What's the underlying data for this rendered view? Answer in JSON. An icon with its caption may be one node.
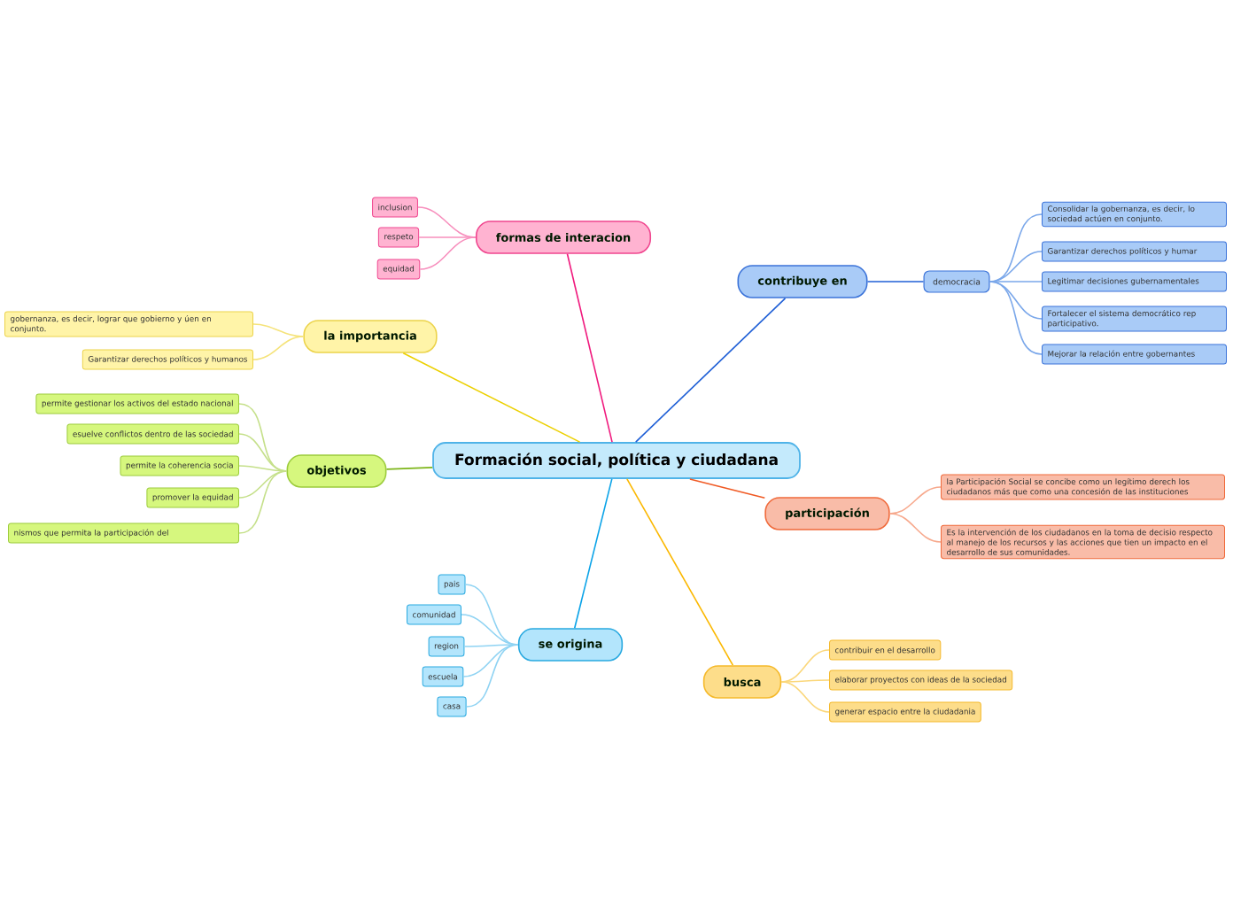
{
  "diagram": {
    "nodes": [
      {
        "text": [
          "Formación social, política y ciudadana"
        ]
      },
      {
        "text": [
          "formas de interacion"
        ]
      },
      {
        "text": [
          "inclusion"
        ]
      },
      {
        "text": [
          "respeto"
        ]
      },
      {
        "text": [
          "equidad"
        ]
      },
      {
        "text": [
          "contribuye en"
        ]
      },
      {
        "text": [
          "democracia"
        ]
      },
      {
        "text": [
          "Consolidar la gobernanza, es decir, lo sociedad actúen en conjunto."
        ]
      },
      {
        "text": [
          "Garantizar derechos políticos y humar"
        ]
      },
      {
        "text": [
          "Legitimar decisiones gubernamentales"
        ]
      },
      {
        "text": [
          "Fortalecer el sistema democrático rep participativo."
        ]
      },
      {
        "text": [
          "Mejorar la relación entre gobernantes"
        ]
      },
      {
        "text": [
          "la importancia"
        ]
      },
      {
        "text": [
          "gobernanza, es decir, lograr que gobierno y úen en conjunto."
        ]
      },
      {
        "text": [
          "Garantizar derechos políticos y humanos"
        ]
      },
      {
        "text": [
          "objetivos"
        ]
      },
      {
        "text": [
          "permite gestionar los activos del estado nacional"
        ]
      },
      {
        "text": [
          "esuelve conflictos dentro de las sociedad"
        ]
      },
      {
        "text": [
          "permite la coherencia socia"
        ]
      },
      {
        "text": [
          "promover la equidad"
        ]
      },
      {
        "text": [
          "nismos que permita la participación del"
        ]
      },
      {
        "text": [
          "participación"
        ]
      },
      {
        "text": [
          "la Participación Social se concibe como un legítimo derech los ciudadanos más que como una concesión de las instituciones"
        ]
      },
      {
        "text": [
          "Es la intervención de los ciudadanos en la toma de decisio respecto al manejo de los recursos y las acciones que tien un impacto en el desarrollo de sus comunidades."
        ]
      },
      {
        "text": [
          "se origina"
        ]
      },
      {
        "text": [
          "pais"
        ]
      },
      {
        "text": [
          "comunidad"
        ]
      },
      {
        "text": [
          "region"
        ]
      },
      {
        "text": [
          "escuela"
        ]
      },
      {
        "text": [
          "casa"
        ]
      },
      {
        "text": [
          "busca"
        ]
      },
      {
        "text": [
          "contribuir en el desarrollo"
        ]
      },
      {
        "text": [
          "elaborar proyectos con ideas de la sociedad"
        ]
      },
      {
        "text": [
          "generar espacio entre la ciudadania"
        ]
      }
    ],
    "edges": [
      {
        "from": 0,
        "to": 1,
        "arrow": "none",
        "color": "#f0197d"
      },
      {
        "from": 1,
        "to": 2,
        "arrow": "none",
        "color": "#f78fbd"
      },
      {
        "from": 1,
        "to": 3,
        "arrow": "none",
        "color": "#f78fbd"
      },
      {
        "from": 1,
        "to": 4,
        "arrow": "none",
        "color": "#f78fbd"
      },
      {
        "from": 0,
        "to": 5,
        "arrow": "none",
        "color": "#1f5fd6"
      },
      {
        "from": 5,
        "to": 6,
        "arrow": "none",
        "color": "#1f5fd6"
      },
      {
        "from": 6,
        "to": 7,
        "arrow": "none",
        "color": "#7aa7ea"
      },
      {
        "from": 6,
        "to": 8,
        "arrow": "none",
        "color": "#7aa7ea"
      },
      {
        "from": 6,
        "to": 9,
        "arrow": "none",
        "color": "#7aa7ea"
      },
      {
        "from": 6,
        "to": 10,
        "arrow": "none",
        "color": "#7aa7ea"
      },
      {
        "from": 6,
        "to": 11,
        "arrow": "none",
        "color": "#7aa7ea"
      },
      {
        "from": 0,
        "to": 12,
        "arrow": "none",
        "color": "#ecd000"
      },
      {
        "from": 12,
        "to": 13,
        "arrow": "none",
        "color": "#f5e37a"
      },
      {
        "from": 12,
        "to": 14,
        "arrow": "none",
        "color": "#f5e37a"
      },
      {
        "from": 0,
        "to": 15,
        "arrow": "none",
        "color": "#7cb518"
      },
      {
        "from": 15,
        "to": 16,
        "arrow": "none",
        "color": "#c5e08a"
      },
      {
        "from": 15,
        "to": 17,
        "arrow": "none",
        "color": "#c5e08a"
      },
      {
        "from": 15,
        "to": 18,
        "arrow": "none",
        "color": "#c5e08a"
      },
      {
        "from": 15,
        "to": 19,
        "arrow": "none",
        "color": "#c5e08a"
      },
      {
        "from": 15,
        "to": 20,
        "arrow": "none",
        "color": "#c5e08a"
      },
      {
        "from": 0,
        "to": 21,
        "arrow": "none",
        "color": "#f05a24"
      },
      {
        "from": 21,
        "to": 22,
        "arrow": "none",
        "color": "#f7a98d"
      },
      {
        "from": 21,
        "to": 23,
        "arrow": "none",
        "color": "#f7a98d"
      },
      {
        "from": 0,
        "to": 24,
        "arrow": "none",
        "color": "#0aa3e8"
      },
      {
        "from": 24,
        "to": 25,
        "arrow": "none",
        "color": "#8fd3f3"
      },
      {
        "from": 24,
        "to": 26,
        "arrow": "none",
        "color": "#8fd3f3"
      },
      {
        "from": 24,
        "to": 27,
        "arrow": "none",
        "color": "#8fd3f3"
      },
      {
        "from": 24,
        "to": 28,
        "arrow": "none",
        "color": "#8fd3f3"
      },
      {
        "from": 24,
        "to": 29,
        "arrow": "none",
        "color": "#8fd3f3"
      },
      {
        "from": 0,
        "to": 30,
        "arrow": "none",
        "color": "#fbb800"
      },
      {
        "from": 30,
        "to": 31,
        "arrow": "none",
        "color": "#fbd77a"
      },
      {
        "from": 30,
        "to": 32,
        "arrow": "none",
        "color": "#fbd77a"
      },
      {
        "from": 30,
        "to": 33,
        "arrow": "none",
        "color": "#fbd77a"
      }
    ]
  }
}
